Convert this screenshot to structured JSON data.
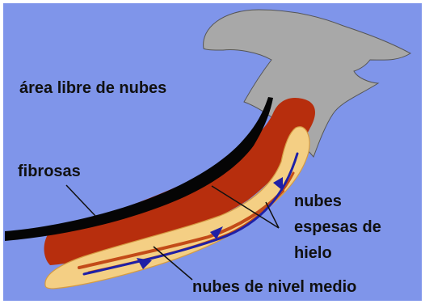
{
  "diagram": {
    "labels": {
      "cloud_free": "área libre de nubes",
      "fibrous": "fibrosas",
      "thick_ice_line1": "nubes",
      "thick_ice_line2": "espesas de",
      "thick_ice_line3": "hielo",
      "mid_level": "nubes de nivel medio"
    },
    "colors": {
      "background": "#7f95ea",
      "cirrus": "#a8a8a8",
      "thick_ice_cloud": "#b72e0d",
      "mid_level_cloud": "#f4cf84",
      "dry_boundary": "#050505",
      "front": "#1f20a6",
      "leader": "#111111"
    }
  }
}
